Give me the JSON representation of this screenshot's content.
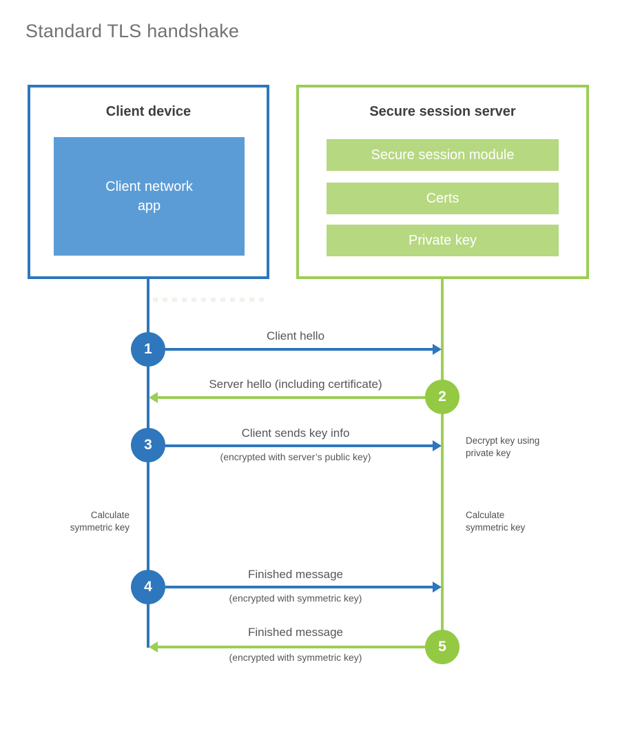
{
  "title": "Standard TLS handshake",
  "client": {
    "title": "Client device",
    "app_lines": [
      "Client network",
      "app"
    ]
  },
  "server": {
    "title": "Secure session server",
    "modules": [
      "Secure session module",
      "Certs",
      "Private key"
    ]
  },
  "steps": [
    {
      "num": "1",
      "label": "Client hello",
      "sub": "",
      "direction": "client-to-server"
    },
    {
      "num": "2",
      "label": "Server hello (including certificate)",
      "sub": "",
      "direction": "server-to-client"
    },
    {
      "num": "3",
      "label": "Client sends key info",
      "sub": "(encrypted with server’s public key)",
      "direction": "client-to-server"
    },
    {
      "num": "4",
      "label": "Finished message",
      "sub": "(encrypted with symmetric key)",
      "direction": "client-to-server"
    },
    {
      "num": "5",
      "label": "Finished message",
      "sub": "(encrypted with symmetric key)",
      "direction": "server-to-client"
    }
  ],
  "notes": {
    "decrypt_key": "Decrypt key using private key",
    "calculate_left": "Calculate symmetric key",
    "calculate_right": "Calculate symmetric key"
  },
  "colors": {
    "client_blue": "#2e77bc",
    "client_blue_light": "#5b9cd7",
    "server_green": "#9ccd56",
    "server_green_light": "#b6d880",
    "heading_text": "#3e3f41",
    "label_text": "#55565a",
    "title_text": "#717275"
  }
}
